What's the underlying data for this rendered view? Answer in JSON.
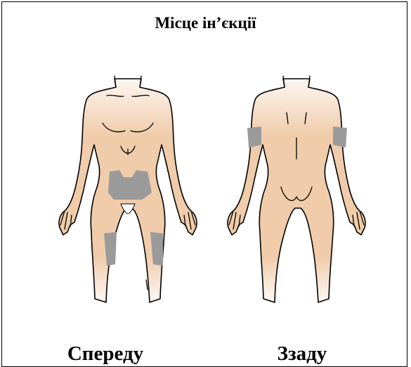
{
  "title": "Місце ін’єкції",
  "labels": {
    "front": "Спереду",
    "back": "Ззаду"
  },
  "colors": {
    "skin": "#efc9a6",
    "injection_zone": "#9a9a9a",
    "outline": "#000000"
  }
}
